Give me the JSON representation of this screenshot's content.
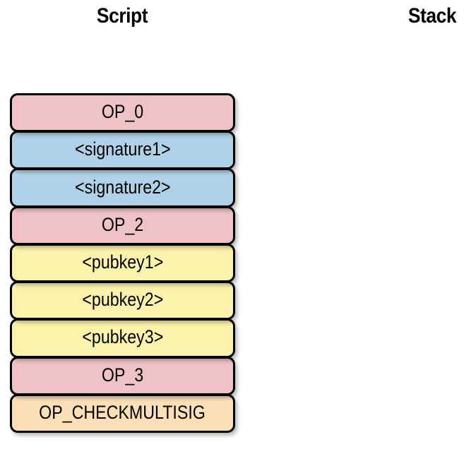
{
  "columns": {
    "script": {
      "title": "Script"
    },
    "stack": {
      "title": "Stack",
      "items": []
    }
  },
  "colors": {
    "opcode_pink": "#eec2c6",
    "signature_blue": "#b0d2e8",
    "pubkey_yellow": "#fbf2ab",
    "checkmultisig_peach": "#fbdfb6",
    "border": "#000000",
    "background": "#ffffff",
    "text": "#000000"
  },
  "script_items": [
    {
      "label": "OP_0",
      "kind": "opcode",
      "color": "#eec2c6"
    },
    {
      "label": "<signature1>",
      "kind": "signature",
      "color": "#b0d2e8"
    },
    {
      "label": "<signature2>",
      "kind": "signature",
      "color": "#b0d2e8"
    },
    {
      "label": "OP_2",
      "kind": "opcode",
      "color": "#eec2c6"
    },
    {
      "label": "<pubkey1>",
      "kind": "pubkey",
      "color": "#fbf2ab"
    },
    {
      "label": "<pubkey2>",
      "kind": "pubkey",
      "color": "#fbf2ab"
    },
    {
      "label": "<pubkey3>",
      "kind": "pubkey",
      "color": "#fbf2ab"
    },
    {
      "label": "OP_3",
      "kind": "opcode",
      "color": "#eec2c6"
    },
    {
      "label": "OP_CHECKMULTISIG",
      "kind": "operation",
      "color": "#fbdfb6"
    }
  ]
}
